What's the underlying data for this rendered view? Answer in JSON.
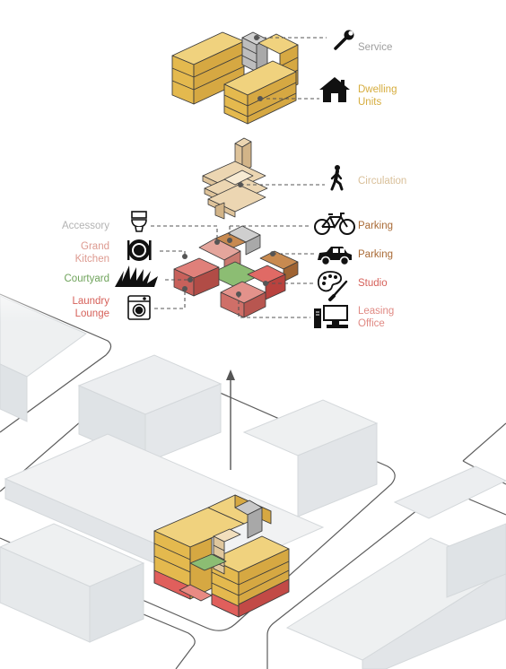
{
  "colors": {
    "dwelling": "#e8c466",
    "service": "#bdbdbd",
    "circulation": "#ecd6b2",
    "parking": "#b8763b",
    "studio": "#d95a55",
    "courtyard": "#7bae67",
    "laundry": "#e0807a",
    "kitchen": "#dc9a90",
    "accessory": "#c2c2c2",
    "leasing": "#e3928b",
    "context_block": "#e6e8ea",
    "leader": "#666666"
  },
  "labels": {
    "service": "Service",
    "dwelling_units": "Dwelling Units",
    "circulation": "Circulation",
    "bike_parking": "Parking",
    "car_parking": "Parking",
    "studio": "Studio",
    "leasing_office": "Leasing Office",
    "accessory": "Accessory",
    "grand_kitchen": "Grand Kitchen",
    "courtyard": "Courtyard",
    "laundry_lounge": "Laundry Lounge"
  },
  "icons": {
    "service": "wrench-icon",
    "dwelling_units": "house-icon",
    "circulation": "walking-person-icon",
    "bike_parking": "bicycle-icon",
    "car_parking": "car-icon",
    "studio": "palette-brush-icon",
    "leasing_office": "computer-icon",
    "accessory": "toilet-icon",
    "grand_kitchen": "plate-utensils-icon",
    "courtyard": "grass-icon",
    "laundry_lounge": "washing-machine-icon"
  }
}
